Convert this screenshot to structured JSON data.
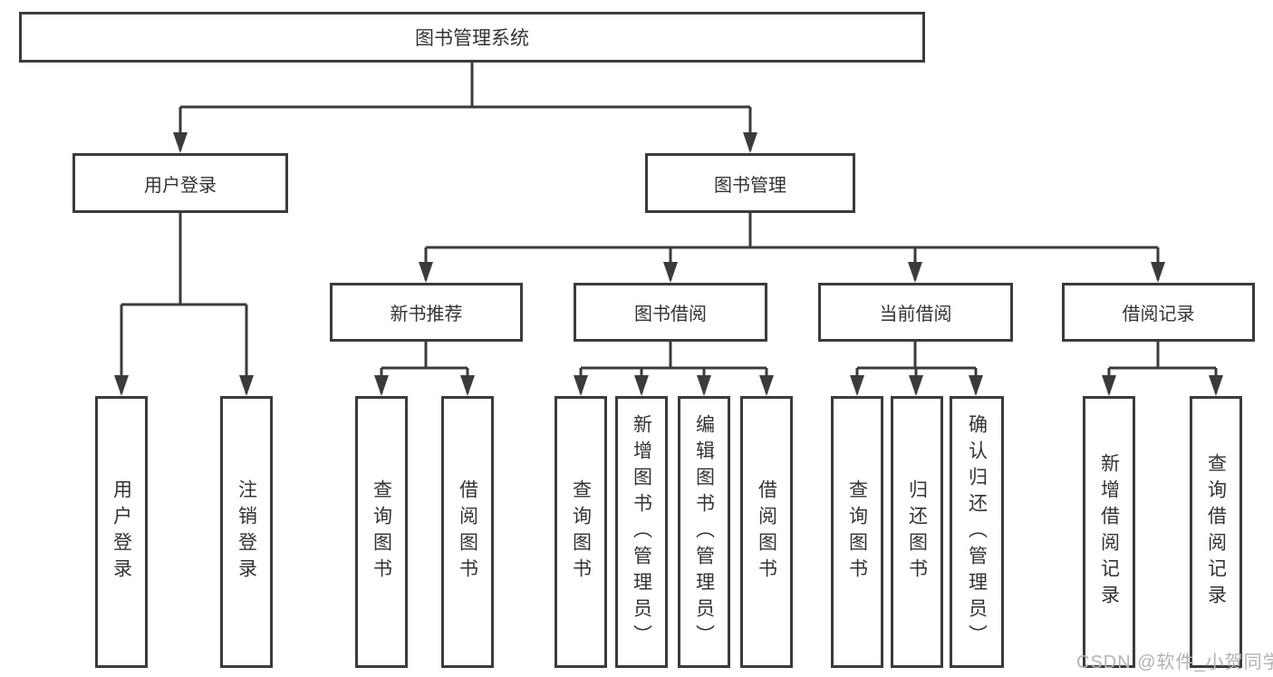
{
  "diagram": {
    "title": "图书管理系统",
    "root": {
      "label": "图书管理系统"
    },
    "level2": [
      {
        "label": "用户登录"
      },
      {
        "label": "图书管理"
      }
    ],
    "level3": [
      {
        "label": "新书推荐",
        "parent": "图书管理"
      },
      {
        "label": "图书借阅",
        "parent": "图书管理"
      },
      {
        "label": "当前借阅",
        "parent": "图书管理"
      },
      {
        "label": "借阅记录",
        "parent": "图书管理"
      }
    ],
    "leaves": [
      {
        "label": "用户登录",
        "parent": "用户登录"
      },
      {
        "label": "注销登录",
        "parent": "用户登录"
      },
      {
        "label": "查询图书",
        "parent": "新书推荐"
      },
      {
        "label": "借阅图书",
        "parent": "新书推荐"
      },
      {
        "label": "查询图书",
        "parent": "图书借阅"
      },
      {
        "label": "新增图书（管理员）",
        "parent": "图书借阅"
      },
      {
        "label": "编辑图书（管理员）",
        "parent": "图书借阅"
      },
      {
        "label": "借阅图书",
        "parent": "图书借阅"
      },
      {
        "label": "查询图书",
        "parent": "当前借阅"
      },
      {
        "label": "归还图书",
        "parent": "当前借阅"
      },
      {
        "label": "确认归还（管理员）",
        "parent": "当前借阅"
      },
      {
        "label": "新增借阅记录",
        "parent": "借阅记录"
      },
      {
        "label": "查询借阅记录",
        "parent": "借阅记录"
      }
    ]
  },
  "watermark": {
    "text": "CSDN @软件_小贺同学"
  },
  "colors": {
    "line": "#3b3b3b",
    "text": "#333333",
    "box_background": "#ffffff",
    "page_background": "#ffffff",
    "watermark": "#b3b3b3"
  }
}
